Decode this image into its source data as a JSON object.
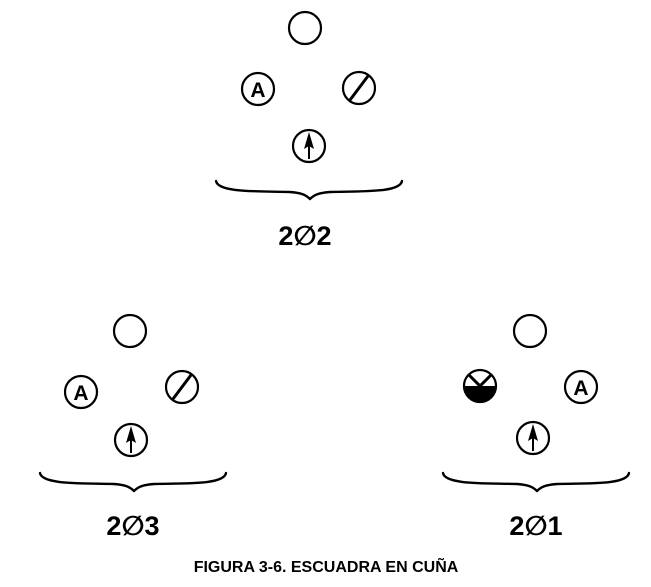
{
  "caption": "FIGURA 3-6. ESCUADRA EN CUÑA",
  "teams": [
    {
      "label": "2∅2",
      "symbols": {
        "top": "plain-circle",
        "left": "circle-letter-a",
        "right": "circle-slash",
        "bottom": "circle-arrow"
      },
      "a_letter": "A"
    },
    {
      "label": "2∅3",
      "symbols": {
        "top": "plain-circle",
        "left": "circle-letter-a",
        "right": "circle-slash",
        "bottom": "circle-arrow"
      },
      "a_letter": "A"
    },
    {
      "label": "2∅1",
      "symbols": {
        "top": "plain-circle",
        "left": "circle-x-half-filled",
        "right": "circle-letter-a",
        "bottom": "circle-arrow"
      },
      "a_letter": "A"
    }
  ]
}
